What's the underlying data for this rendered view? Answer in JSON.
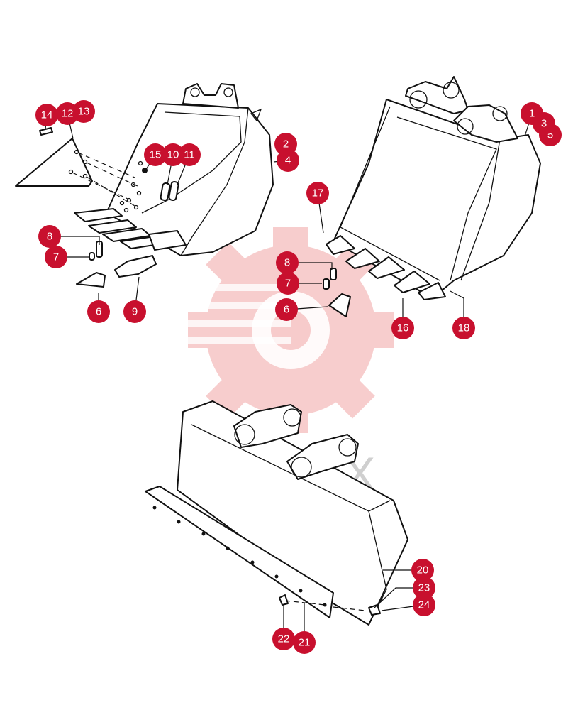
{
  "watermark": {
    "text": "ИПТЕХ",
    "gear_color": "#f6c5c5",
    "text_color": "#cfcfcf"
  },
  "callout_color": "#c8102e",
  "callouts": {
    "c1": "1",
    "c2": "2",
    "c3": "3",
    "c4": "4",
    "c5": "5",
    "c6a": "6",
    "c6b": "6",
    "c7a": "7",
    "c7b": "7",
    "c8a": "8",
    "c8b": "8",
    "c9": "9",
    "c10": "10",
    "c11": "11",
    "c12": "12",
    "c13": "13",
    "c14": "14",
    "c15": "15",
    "c16": "16",
    "c17": "17",
    "c18": "18",
    "c20": "20",
    "c21": "21",
    "c22": "22",
    "c23": "23",
    "c24": "24"
  }
}
